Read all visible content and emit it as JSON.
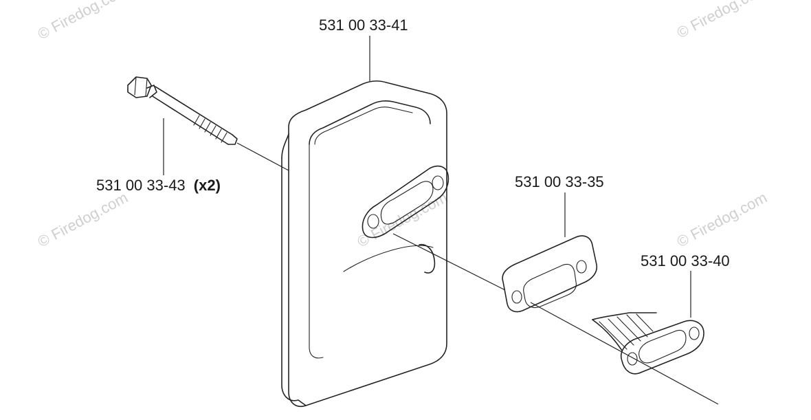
{
  "watermark": {
    "text": "© Firedog.com",
    "color": "#cfcfcf"
  },
  "parts": [
    {
      "id": "muffler",
      "number": "531 00 33-41",
      "qty": ""
    },
    {
      "id": "bolt",
      "number": "531 00 33-43",
      "qty": "(x2)"
    },
    {
      "id": "gasket",
      "number": "531 00 33-35",
      "qty": ""
    },
    {
      "id": "spark-arrestor",
      "number": "531 00 33-40",
      "qty": ""
    }
  ],
  "colors": {
    "ink": "#222222",
    "background": "#ffffff"
  }
}
